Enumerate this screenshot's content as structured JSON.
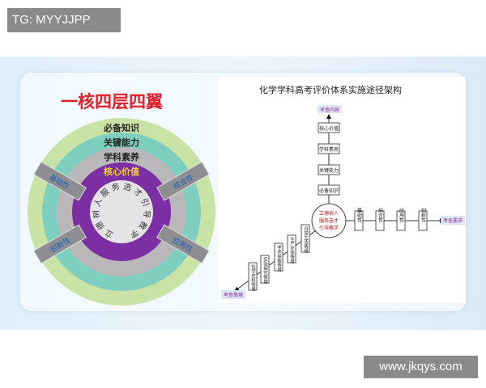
{
  "watermark_top": "TG: MYYJJPP",
  "watermark_bottom": "www.jkqys.com",
  "left": {
    "title": "一核四层四翼",
    "rings": [
      "必备知识",
      "关键能力",
      "学科素养",
      "核心价值"
    ],
    "core": [
      "立",
      "德",
      "树",
      "人",
      "服",
      "务",
      "选",
      "才",
      "引",
      "导",
      "教",
      "学"
    ],
    "wings": {
      "top_left": "基础性",
      "top_right": "综合性",
      "bottom_left": "创新性",
      "bottom_right": "应用性"
    },
    "colors": {
      "title": "#e0202a",
      "outer": "#c9e3a6",
      "teal": "#7fcfc0",
      "gray": "#b9b7b9",
      "purple": "#7b2fa3",
      "core_label": "#f4d23a"
    }
  },
  "right": {
    "title": "化学学科高考评价体系实施途径架构",
    "center": [
      "立德树人",
      "服务选才",
      "引导教学"
    ],
    "up_end": "考查内容",
    "up_boxes": [
      "必备知识",
      "关键能力",
      "学科素养",
      "核心价值"
    ],
    "right_end": "考查要求",
    "right_boxes": [
      "基础性",
      "综合性",
      "应用性",
      "创新性"
    ],
    "diag_end": "考查情境",
    "diag_boxes": [
      "日常生活情境",
      "生产环保情境",
      "学术探索情境",
      "实验探究情境",
      "化学史料情境"
    ]
  }
}
